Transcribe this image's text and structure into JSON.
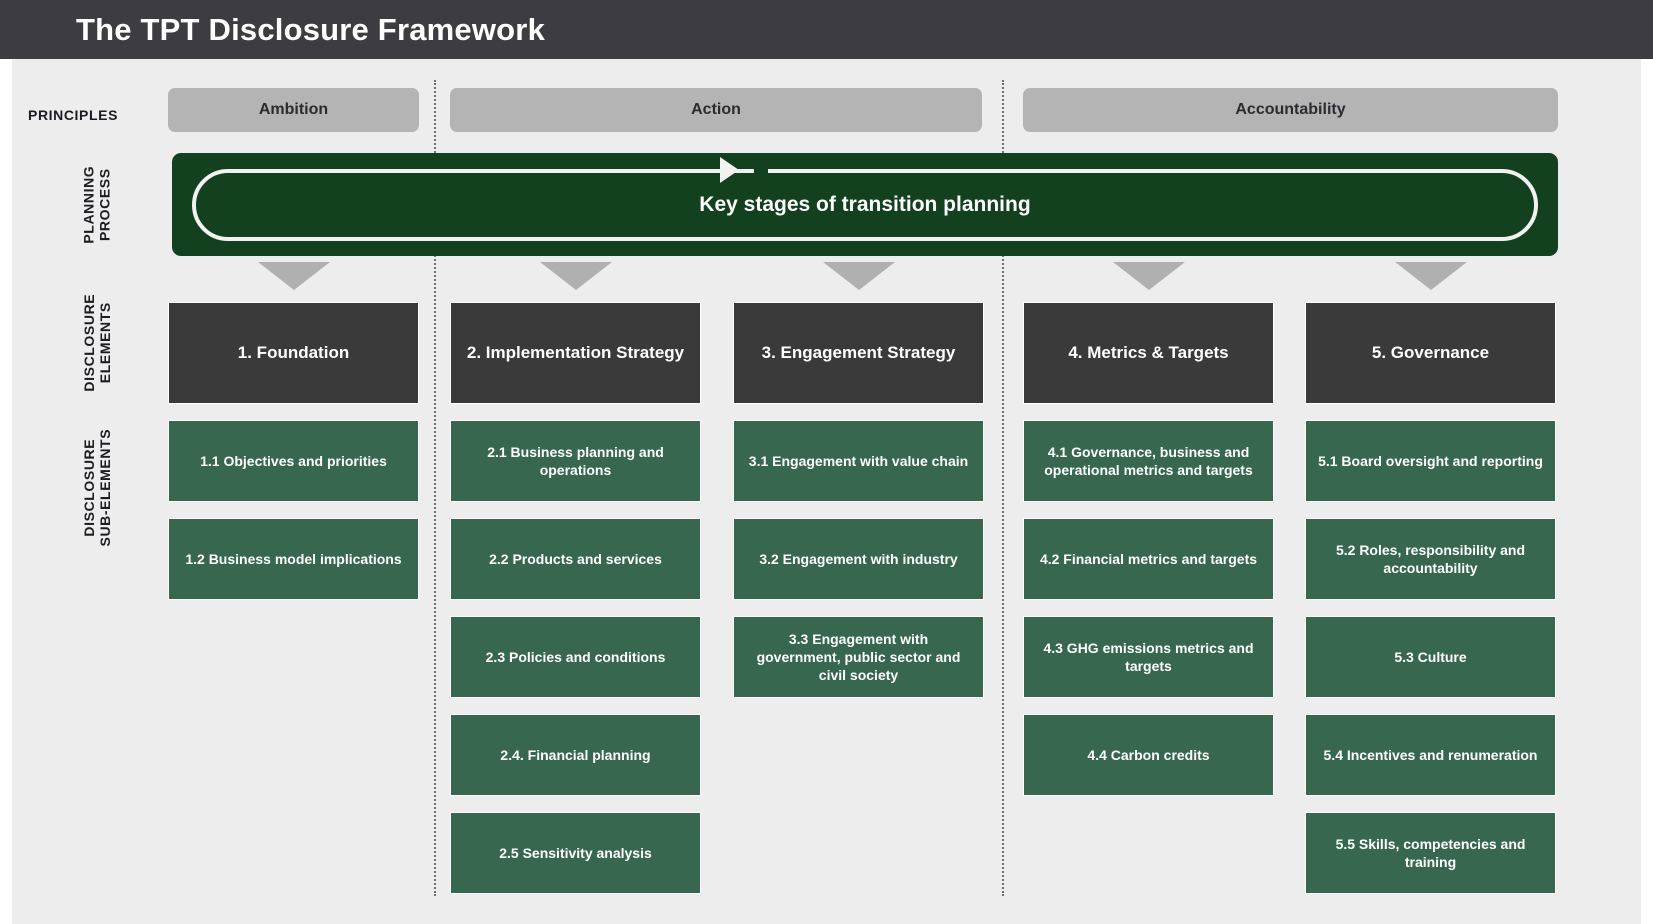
{
  "header": {
    "title": "The TPT Disclosure Framework"
  },
  "row_labels": {
    "principles": "PRINCIPLES",
    "planning_process": "PLANNING\nPROCESS",
    "disclosure_elements": "DISCLOSURE\nELEMENTS",
    "disclosure_sub_elements": "DISCLOSURE\nSUB-ELEMENTS"
  },
  "principles": [
    {
      "label": "Ambition"
    },
    {
      "label": "Action"
    },
    {
      "label": "Accountability"
    }
  ],
  "planning_process": {
    "label": "Key stages of transition planning",
    "arrow_right": "arrow-right-icon",
    "arrow_left": "arrow-left-icon"
  },
  "columns": [
    {
      "arrow": "chevron-down-icon",
      "element": "1. Foundation",
      "sub_elements": [
        "1.1 Objectives and priorities",
        "1.2 Business model implications"
      ]
    },
    {
      "arrow": "chevron-down-icon",
      "element": "2. Implementation Strategy",
      "sub_elements": [
        "2.1 Business planning and operations",
        "2.2 Products and services",
        "2.3 Policies and conditions",
        "2.4. Financial planning",
        "2.5 Sensitivity analysis"
      ]
    },
    {
      "arrow": "chevron-down-icon",
      "element": "3. Engagement Strategy",
      "sub_elements": [
        "3.1 Engagement with value chain",
        "3.2 Engagement with industry",
        "3.3 Engagement with government, public sector and civil society"
      ]
    },
    {
      "arrow": "chevron-down-icon",
      "element": "4. Metrics & Targets",
      "sub_elements": [
        "4.1 Governance, business and operational metrics and targets",
        "4.2 Financial metrics and targets",
        "4.3 GHG emissions metrics and targets",
        "4.4 Carbon credits"
      ]
    },
    {
      "arrow": "chevron-down-icon",
      "element": "5. Governance",
      "sub_elements": [
        "5.1 Board oversight and reporting",
        "5.2 Roles, responsibility and accountability",
        "5.3 Culture",
        "5.4 Incentives and renumeration",
        "5.5 Skills, competencies and training"
      ]
    }
  ],
  "colors": {
    "title_bar": "#3c3c42",
    "canvas": "#ededed",
    "principle_pill": "#b4b4b4",
    "planning_banner": "#13401e",
    "element_box": "#3a3a3a",
    "sub_element_box": "#37684f",
    "arrow_grey": "#b0b0b0",
    "divider": "#707070"
  }
}
